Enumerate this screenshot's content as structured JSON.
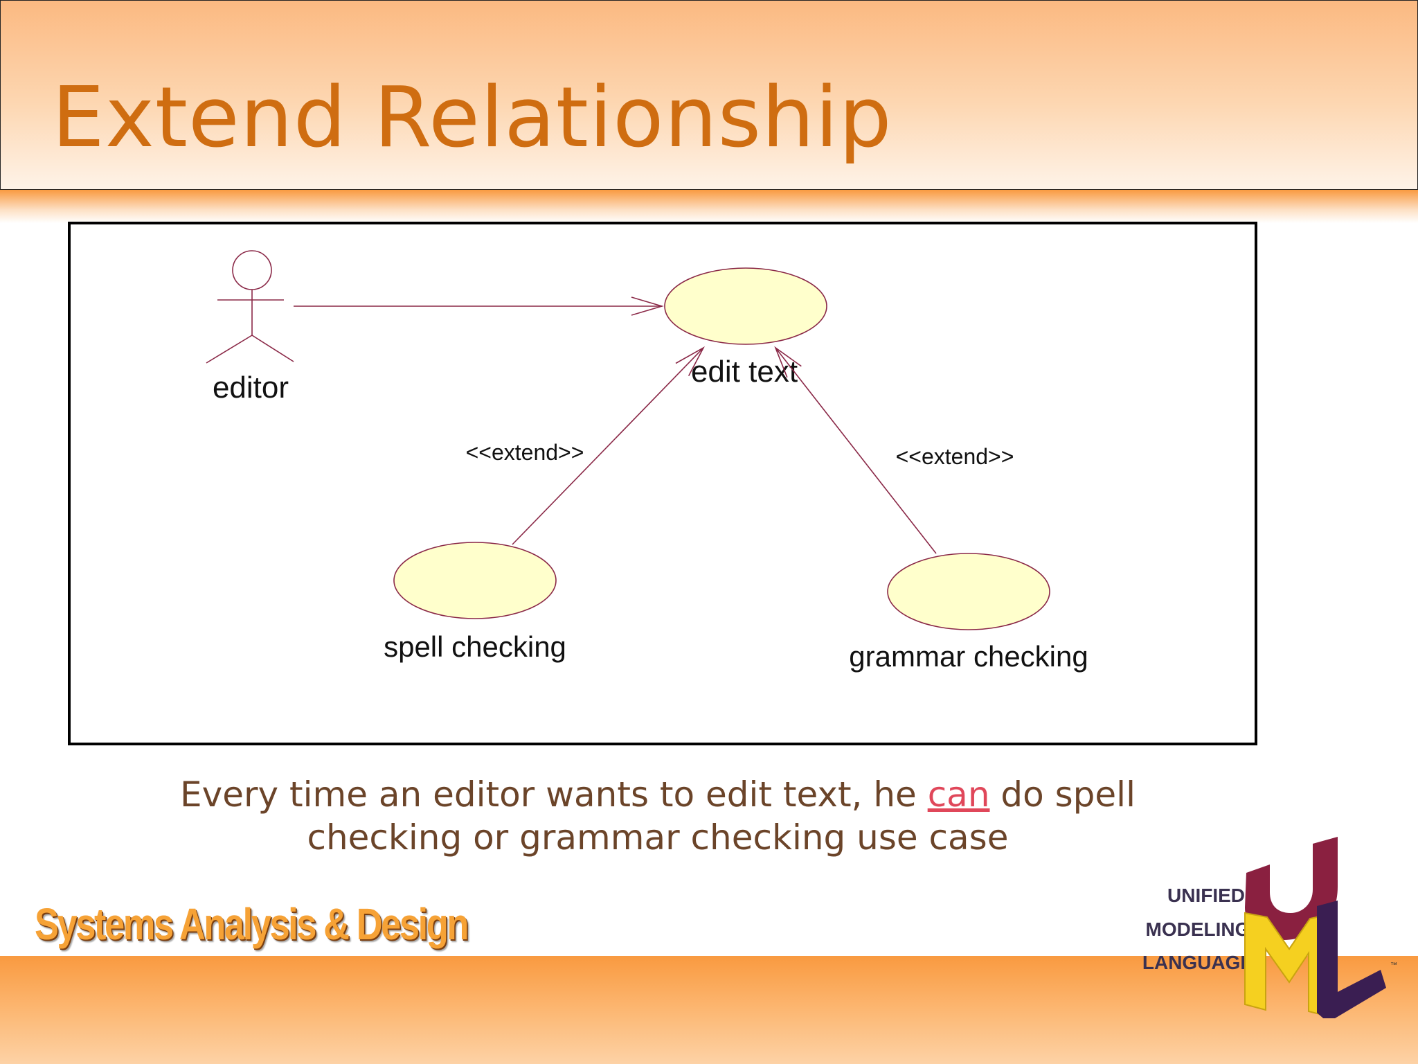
{
  "slide": {
    "title": "Extend Relationship",
    "caption_before": "Every time an editor wants to edit text, he ",
    "caption_emphasis": "can",
    "caption_after": " do spell checking or grammar checking use case",
    "course_name": "Systems Analysis & Design"
  },
  "diagram": {
    "actor_label": "editor",
    "use_cases": {
      "edit_text": "edit text",
      "spell_checking": "spell checking",
      "grammar_checking": "grammar checking"
    },
    "stereotype_left": "<<extend>>",
    "stereotype_right": "<<extend>>"
  },
  "logo": {
    "line1": "UNIFIED",
    "line2": "MODELING",
    "line3": "LANGUAGE",
    "tm": "™"
  },
  "colors": {
    "title": "#cf6d11",
    "caption": "#6b4429",
    "emphasis": "#e0475a",
    "use_case_fill": "#ffffcc",
    "line": "#8a2847"
  }
}
